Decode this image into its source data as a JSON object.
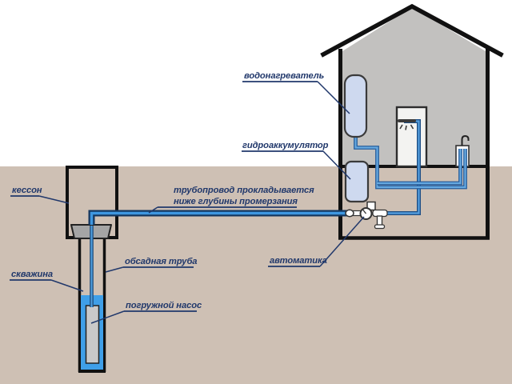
{
  "diagram": {
    "type": "well-water-supply-system-scheme",
    "labels": {
      "water_heater": "водонагреватель",
      "hydro_accumulator": "гидроаккумулятор",
      "caisson": "кессон",
      "pipeline_note_line1": "трубопровод прокладывается",
      "pipeline_note_line2": "ниже глубины промерзания",
      "casing_pipe": "обсадная труба",
      "well": "скважина",
      "submersible_pump": "погружной насос",
      "automation": "автоматика"
    },
    "colors": {
      "ground_tan": "#cec0b4",
      "house_gray": "#c2c1bf",
      "tank_fill": "#ced9ef",
      "well_water_blue": "#3f9fe8",
      "main_pipe_dark": "#15375f",
      "main_pipe_core": "#3e97e0",
      "distribution_pipe_edge": "#275d9b",
      "distribution_pipe_core": "#66a9e0",
      "label_navy": "#21386b",
      "metal_gray": "#a5a5a5"
    }
  }
}
